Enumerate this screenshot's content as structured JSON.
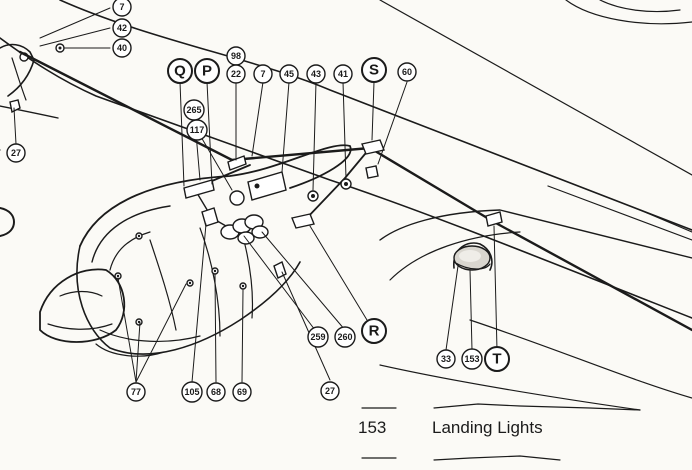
{
  "callouts": {
    "c7_top": "7",
    "c42": "42",
    "c40": "40",
    "c27_left": "27",
    "c98": "98",
    "c22": "22",
    "c7_mid": "7",
    "c45": "45",
    "c43": "43",
    "c41": "41",
    "c60": "60",
    "c265": "265",
    "c117": "117",
    "c259": "259",
    "c260": "260",
    "c27_bottom": "27",
    "c77": "77",
    "c105": "105",
    "c68": "68",
    "c69": "69",
    "c33": "33",
    "c153": "153"
  },
  "letters": {
    "q": "Q",
    "p": "P",
    "s": "S",
    "r": "R",
    "t": "T"
  },
  "legend": {
    "row": {
      "number": "153",
      "label": "Landing Lights"
    }
  }
}
